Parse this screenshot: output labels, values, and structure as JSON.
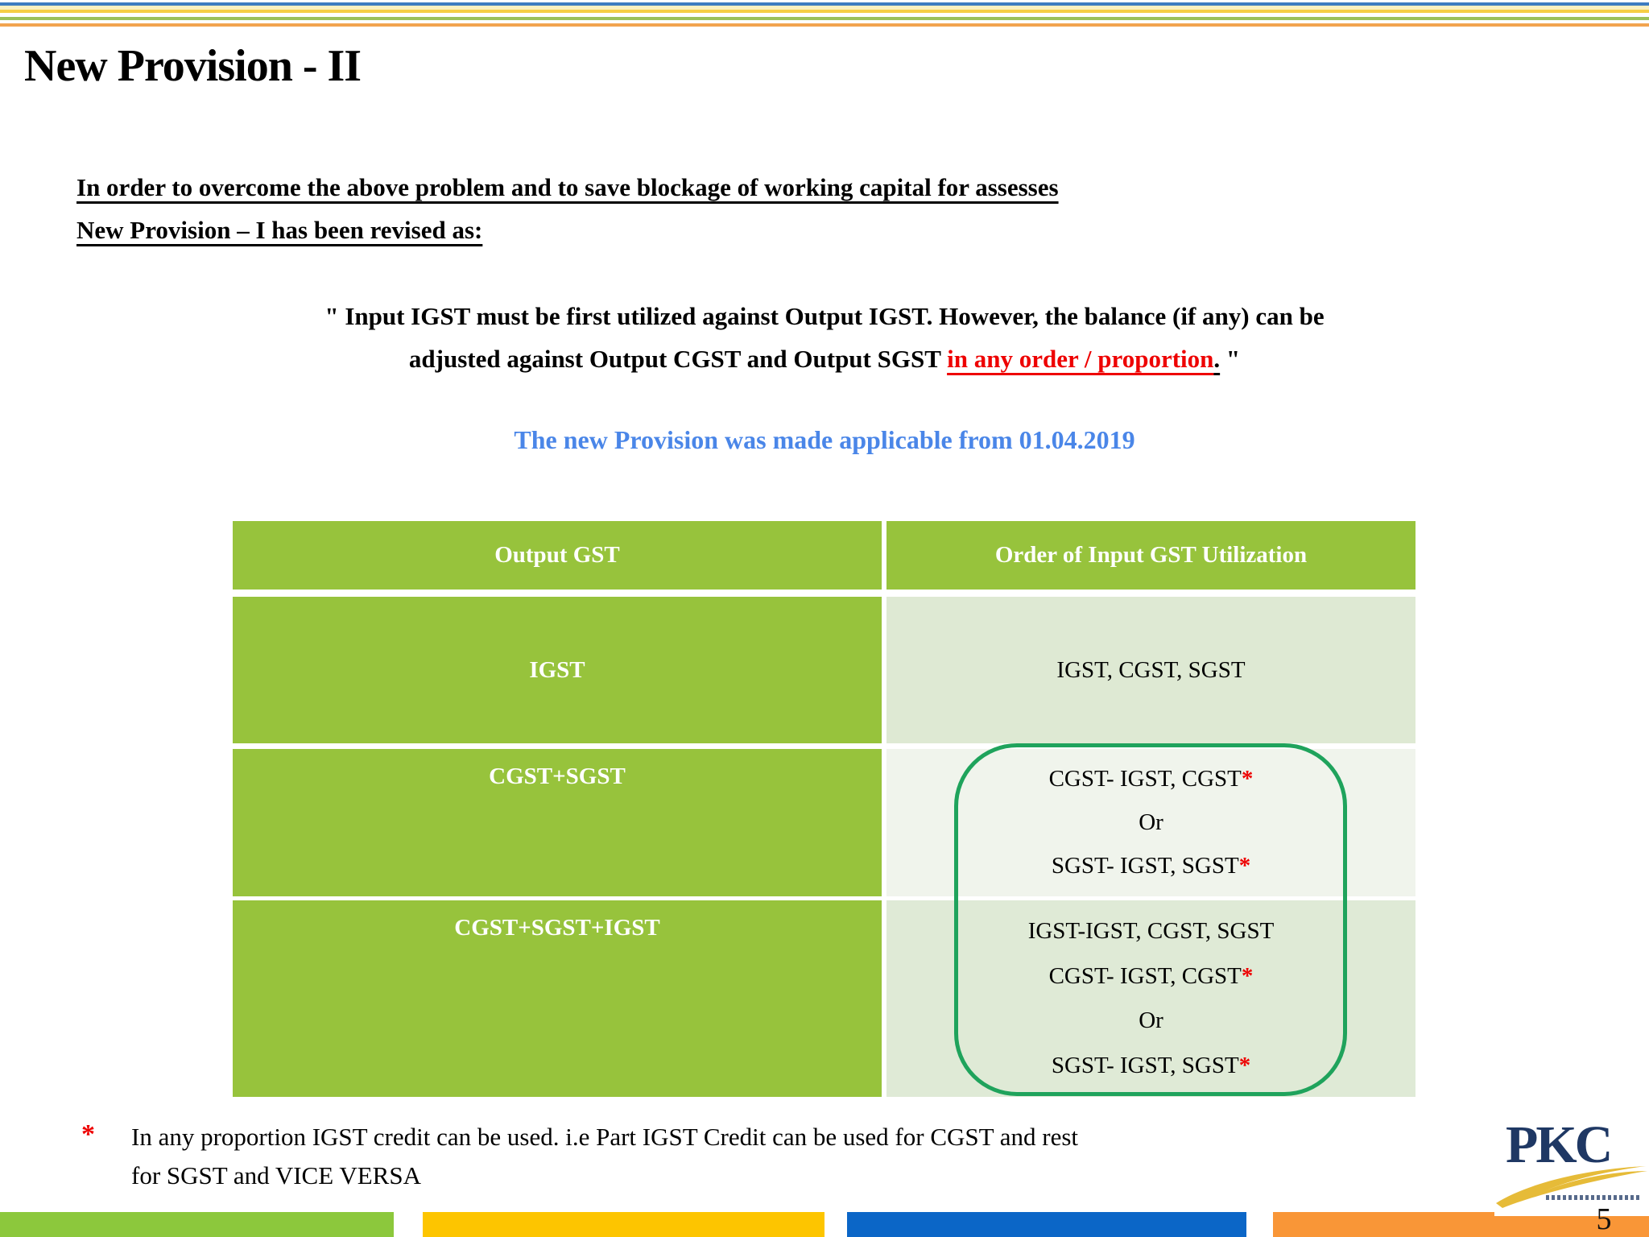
{
  "slide": {
    "title": "New Provision - II",
    "intro_line1": "In order to overcome the above problem and to save blockage of working capital for assesses",
    "intro_line2": "New Provision – I has been revised as:",
    "quote_line1": "\" Input IGST must be first utilized against Output IGST. However, the balance (if any) can be",
    "quote_line2_pre": "adjusted against Output CGST and Output SGST ",
    "quote_line2_red": "in any order / proportion",
    "quote_line2_dot": ".",
    "quote_line2_close": " \"",
    "applicable_note": "The new Provision was made applicable from 01.04.2019"
  },
  "table": {
    "star_symbol": "*",
    "headers": [
      "Output GST",
      "Order of Input GST Utilization"
    ],
    "rows": [
      {
        "output": "IGST",
        "lines": [
          "IGST, CGST, SGST"
        ]
      },
      {
        "output": "CGST+SGST",
        "lines": [
          "CGST- IGST, CGST",
          "Or",
          "SGST- IGST, SGST"
        ]
      },
      {
        "output": "CGST+SGST+IGST",
        "lines": [
          "IGST-IGST, CGST, SGST",
          "CGST- IGST, CGST",
          "Or",
          "SGST- IGST, SGST"
        ]
      }
    ]
  },
  "footnote": {
    "marker": "*",
    "line1": "In any proportion IGST credit can be used. i.e Part IGST Credit can be used for CGST and rest",
    "line2": "for SGST and VICE VERSA"
  },
  "footer": {
    "page_number": "5",
    "logo_text": "PKC"
  },
  "colors": {
    "table_green": "#97C33C",
    "row_light_1": "#DEE9D3",
    "row_light_2": "#F0F4EC",
    "row_light_3": "#DFEAD6",
    "circle_green": "#1FA35C",
    "highlight_red": "#EE0000",
    "note_blue": "#4A86E8",
    "bar_green": "#8CC83C",
    "bar_yellow": "#FDC500",
    "bar_blue": "#0B66C7",
    "bar_orange": "#F99637",
    "stripe_blue": "#3E7CC0",
    "stripe_pale": "#FBF0C0",
    "stripe_yellow": "#F6CE45",
    "stripe_green": "#9CC15C",
    "stripe_orange": "#F2A44F",
    "logo_navy": "#1F3864",
    "logo_gold": "#E3B422"
  }
}
